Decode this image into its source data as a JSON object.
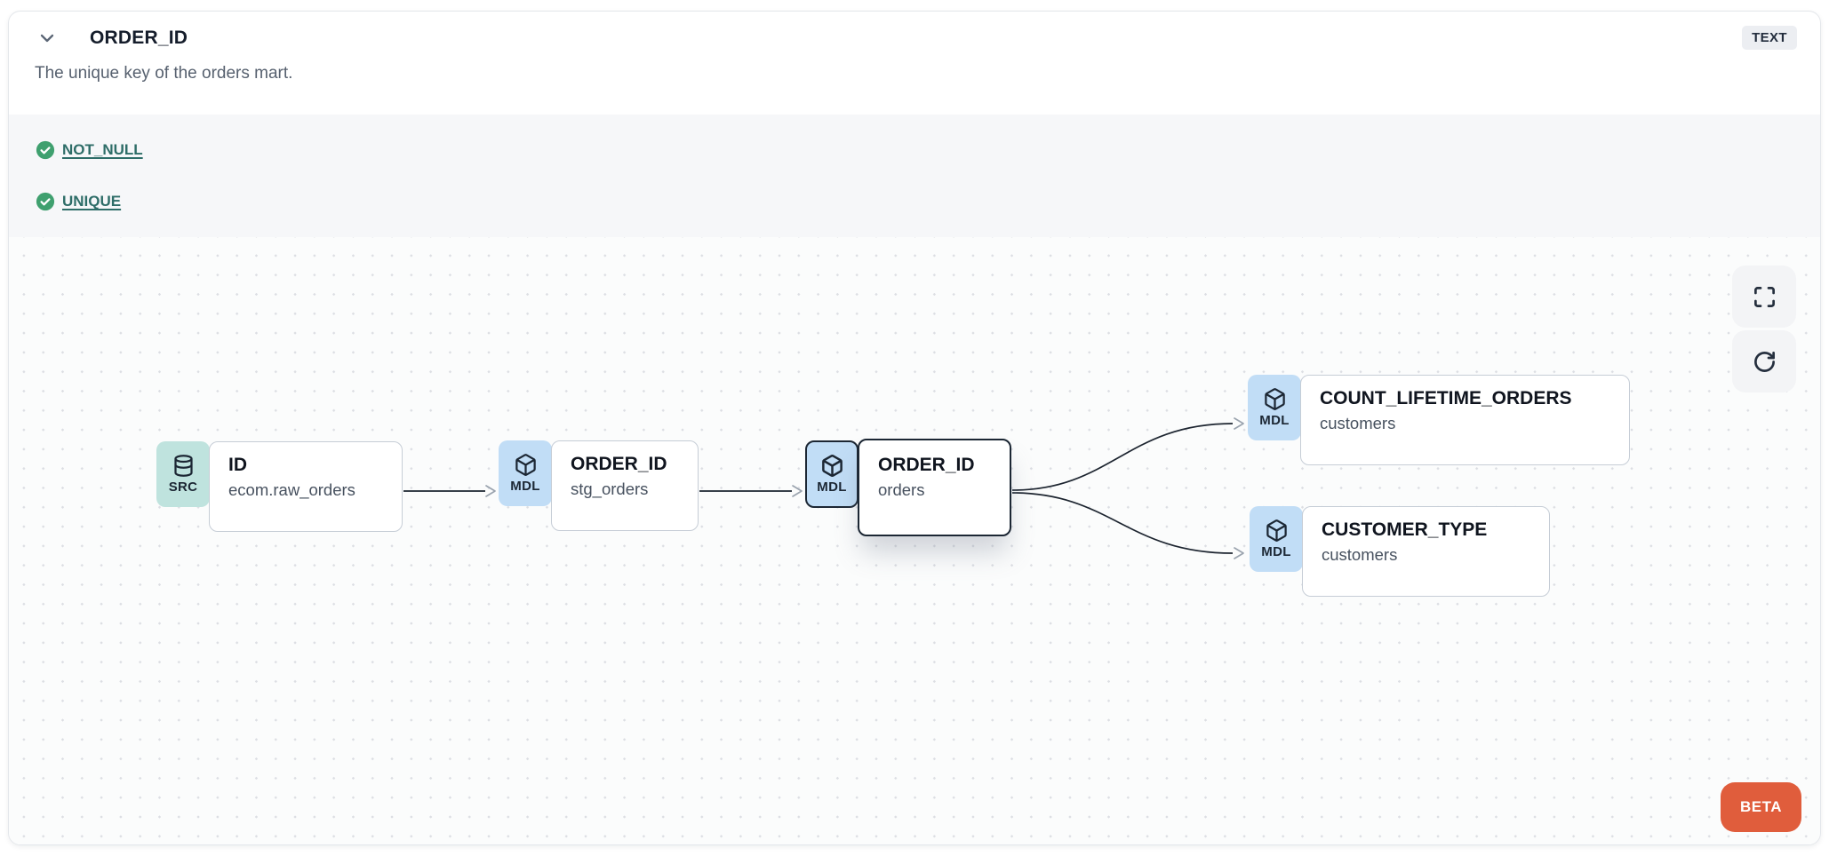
{
  "header": {
    "title": "ORDER_ID",
    "type_badge": "TEXT",
    "description": "The unique key of the orders mart."
  },
  "tests": [
    {
      "label": "NOT_NULL",
      "status": "pass",
      "icon": "check-circle-icon"
    },
    {
      "label": "UNIQUE",
      "status": "pass",
      "icon": "check-circle-icon"
    }
  ],
  "lineage": {
    "nodes": [
      {
        "id": "id-ecom-raw-orders",
        "badge": "SRC",
        "icon": "database-icon",
        "title": "ID",
        "subtitle": "ecom.raw_orders",
        "selected": false
      },
      {
        "id": "order-id-stg-orders",
        "badge": "MDL",
        "icon": "box-icon",
        "title": "ORDER_ID",
        "subtitle": "stg_orders",
        "selected": false
      },
      {
        "id": "order-id-orders",
        "badge": "MDL",
        "icon": "box-icon",
        "title": "ORDER_ID",
        "subtitle": "orders",
        "selected": true
      },
      {
        "id": "count-lifetime-orders-customers",
        "badge": "MDL",
        "icon": "box-icon",
        "title": "COUNT_LIFETIME_ORDERS",
        "subtitle": "customers",
        "selected": false
      },
      {
        "id": "customer-type-customers",
        "badge": "MDL",
        "icon": "box-icon",
        "title": "CUSTOMER_TYPE",
        "subtitle": "customers",
        "selected": false
      }
    ],
    "edges": [
      {
        "from": "id-ecom-raw-orders",
        "to": "order-id-stg-orders"
      },
      {
        "from": "order-id-stg-orders",
        "to": "order-id-orders"
      },
      {
        "from": "order-id-orders",
        "to": "count-lifetime-orders-customers"
      },
      {
        "from": "order-id-orders",
        "to": "customer-type-customers"
      }
    ],
    "controls": [
      {
        "name": "fullscreen",
        "icon": "maximize-icon"
      },
      {
        "name": "refresh",
        "icon": "rotate-cw-icon"
      }
    ],
    "beta_label": "BETA"
  },
  "colors": {
    "accent_beta": "#e05d3c",
    "badge_src_bg": "#bfe3de",
    "badge_mdl_bg": "#c1ddf6",
    "test_pass_green": "#3fa06f",
    "test_link_teal": "#2e6d68",
    "node_border": "#c6cdd6",
    "node_border_selected": "#1c2734",
    "edge_stroke": "#1d2530",
    "tests_section_bg": "#f6f7f9",
    "canvas_bg": "#fbfcfc"
  }
}
